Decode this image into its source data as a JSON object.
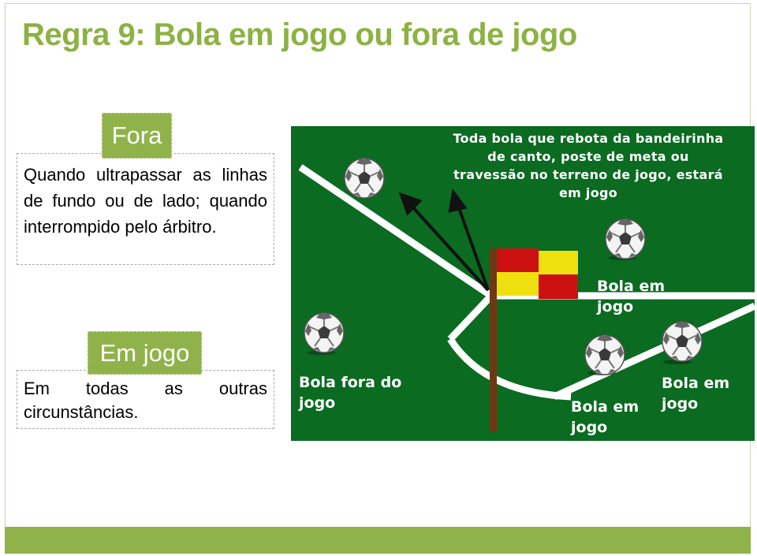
{
  "title": "Regra 9: Bola em jogo ou fora de jogo",
  "fora": {
    "label": "Fora",
    "text": "Quando ultrapassar as linhas de fundo ou de lado; quando interrompido pelo árbitro."
  },
  "em_jogo": {
    "label": "Em jogo",
    "text": "Em todas as outras circunstâncias."
  },
  "diagram": {
    "note": "Toda bola que rebota da bandeirinha de canto, poste de meta ou travessão no terreno de jogo, estará em jogo",
    "labels": {
      "ball_out": "Bola fora do jogo",
      "ball_in_mid": "Bola em jogo",
      "ball_in_bottom": "Bola em jogo",
      "ball_in_right": "Bola em jogo"
    },
    "colors": {
      "pitch": "#0a6b21",
      "flag_red": "#cc1010",
      "flag_yellow": "#f0e010",
      "accent_green": "#8fb34a"
    }
  }
}
